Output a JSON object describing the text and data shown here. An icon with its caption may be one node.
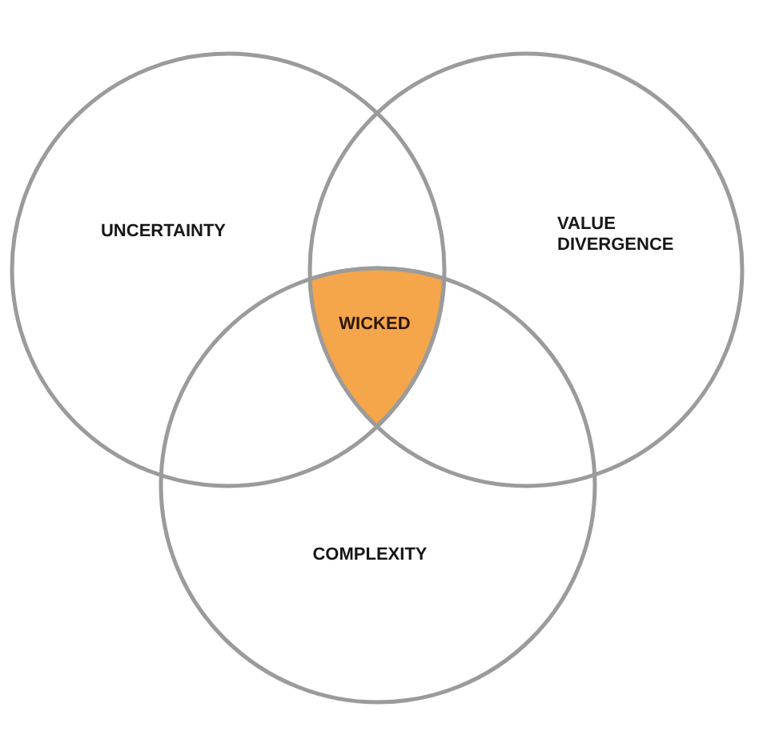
{
  "diagram": {
    "nodes": [
      {
        "text": [
          "UNCERTAINTY"
        ]
      },
      {
        "text": [
          "VALUE DIVERGENCE"
        ]
      },
      {
        "text": [
          "COMPLEXITY"
        ]
      },
      {
        "text": [
          "WICKED"
        ]
      }
    ]
  }
}
